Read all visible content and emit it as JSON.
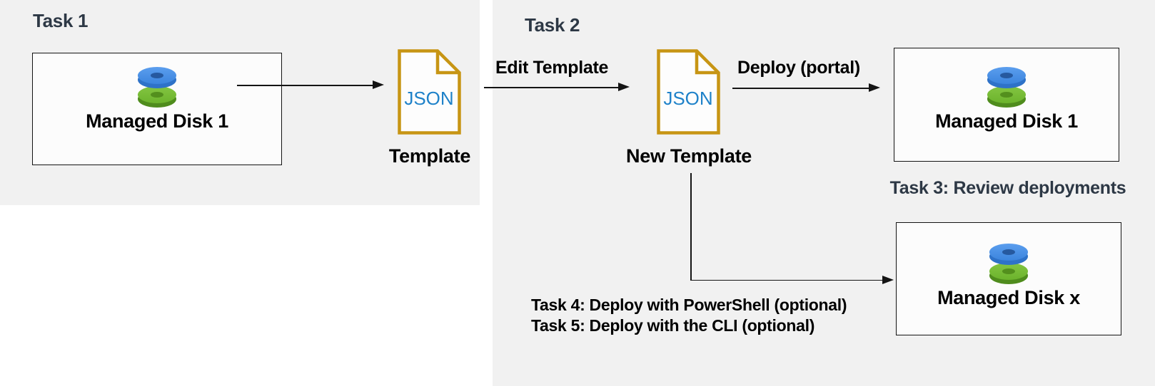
{
  "task1": {
    "heading": "Task 1",
    "source_disk": {
      "label": "Managed Disk 1",
      "icon": "managed-disk-icon"
    },
    "template_file": {
      "badge": "JSON",
      "caption": "Template",
      "icon": "json-file-icon"
    }
  },
  "task2": {
    "heading": "Task 2",
    "edit_arrow_label": "Edit Template",
    "new_template_file": {
      "badge": "JSON",
      "caption": "New Template",
      "icon": "json-file-icon"
    },
    "deploy_arrow_label": "Deploy (portal)",
    "deployed_disk": {
      "label": "Managed Disk 1",
      "icon": "managed-disk-icon"
    }
  },
  "task3": {
    "caption": "Task 3: Review deployments"
  },
  "task4_5": {
    "line1": "Task 4: Deploy with PowerShell (optional)",
    "line2": "Task 5: Deploy with the CLI (optional)",
    "target_disk": {
      "label": "Managed Disk x",
      "icon": "managed-disk-icon"
    }
  },
  "colors": {
    "canvas_background": "#ffffff",
    "region_background": "#f1f1f1",
    "box_fill": "#fcfcfc",
    "box_border": "#141414",
    "task_heading_text": "#2d3845",
    "label_text": "#000000",
    "arrow": "#141414",
    "json_file_outline": "#c79514",
    "json_badge_text": "#1f82c9",
    "disk_blue": "#3b84dd",
    "disk_blue_rim": "#2e72c8",
    "disk_blue_hole": "#26599f",
    "disk_green": "#6cb32c",
    "disk_green_rim": "#4f8c1d",
    "disk_green_hole": "#538f1d"
  }
}
